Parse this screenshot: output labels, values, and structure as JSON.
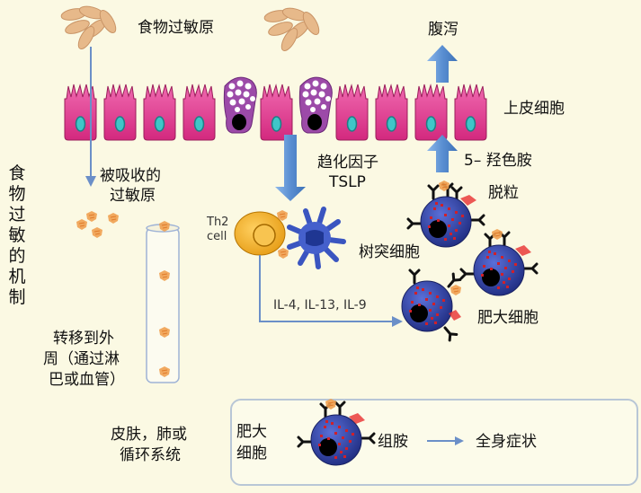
{
  "title_vertical": "食物过敏的机制",
  "labels": {
    "food_allergen": "食物过敏原",
    "diarrhea": "腹泻",
    "epithelial_cells": "上皮细胞",
    "absorbed_allergen": [
      "被吸收的",
      "过敏原"
    ],
    "chemokine": [
      "趋化因子",
      "TSLP"
    ],
    "serotonin": "5– 羟色胺",
    "degranulation": "脱粒",
    "th2_cell": [
      "Th2",
      "cell"
    ],
    "dendritic_cell": "树突细胞",
    "interleukins": "IL-4, IL-13, IL-9",
    "mast_cell": "肥大细胞",
    "transfer_periphery": [
      "转移到外",
      "周（通过淋",
      "巴或血管）"
    ]
  },
  "bottom_panel": {
    "location": [
      "皮肤，肺或",
      "循环系统"
    ],
    "mast_cell": [
      "肥大",
      "细胞"
    ],
    "histamine": "组胺",
    "systemic_symptoms": "全身症状"
  },
  "colors": {
    "background": "#fbf9e3",
    "epithelial_pink": "#e0358c",
    "goblet_purple": "#9c4aa8",
    "nucleus_cyan": "#3fc6c8",
    "mast_cell_blue": "#2c3f9e",
    "granule_red": "#d0202a",
    "arrow_blue": "#5b8fd0",
    "th2_orange": "#f0a020",
    "allergen_orange": "#f0a050"
  }
}
